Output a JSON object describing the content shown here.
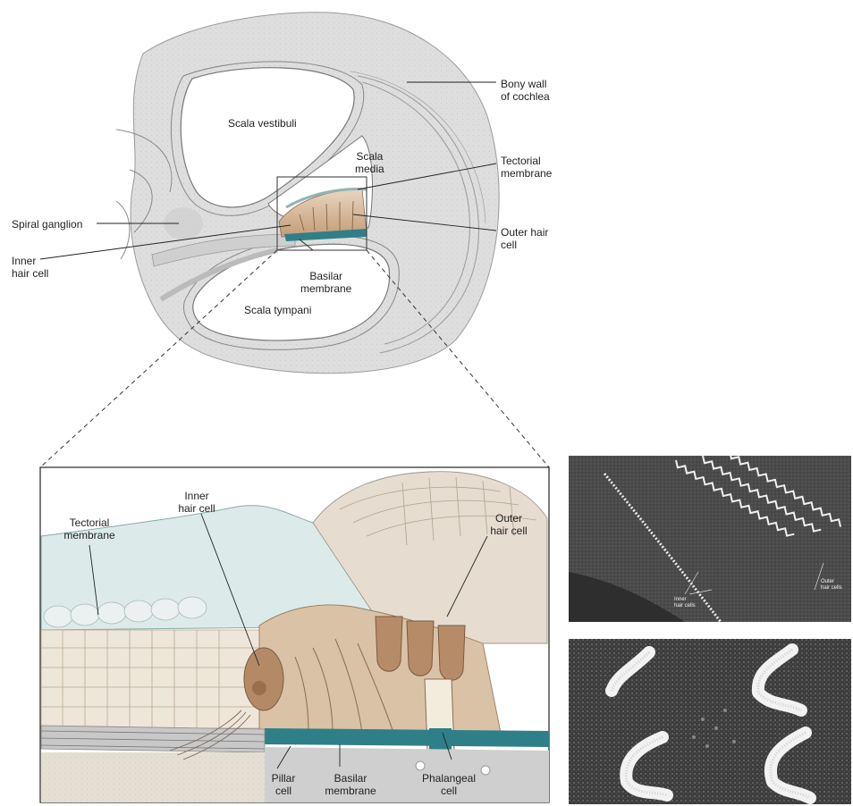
{
  "upper_diagram": {
    "labels": {
      "bony_wall": "Bony wall\nof cochlea",
      "scala_vestibuli": "Scala vestibuli",
      "scala_media": "Scala\nmedia",
      "tectorial_membrane": "Tectorial\nmembrane",
      "spiral_ganglion": "Spiral ganglion",
      "outer_hair_cell": "Outer hair\ncell",
      "inner_hair_cell": "Inner\nhair cell",
      "basilar_membrane": "Basilar\nmembrane",
      "scala_tympani": "Scala tympani"
    }
  },
  "detail_diagram": {
    "labels": {
      "inner_hair_cell": "Inner\nhair cell",
      "tectorial_membrane": "Tectorial\nmembrane",
      "outer_hair_cell": "Outer\nhair cell",
      "pillar_cell": "Pillar\ncell",
      "basilar_membrane": "Basilar\nmembrane",
      "phalangeal_cell": "Phalangeal\ncell"
    }
  },
  "micrographs": {
    "top": {
      "inner_label": "Inner\nhair cells",
      "outer_label": "Outer\nhair cells"
    }
  },
  "colors": {
    "tissue": "#dcdcdc",
    "fluid": "#ffffff",
    "basilar": "#2f7f88",
    "cells": "#c9a27e",
    "tectorial": "#dfeaea"
  }
}
